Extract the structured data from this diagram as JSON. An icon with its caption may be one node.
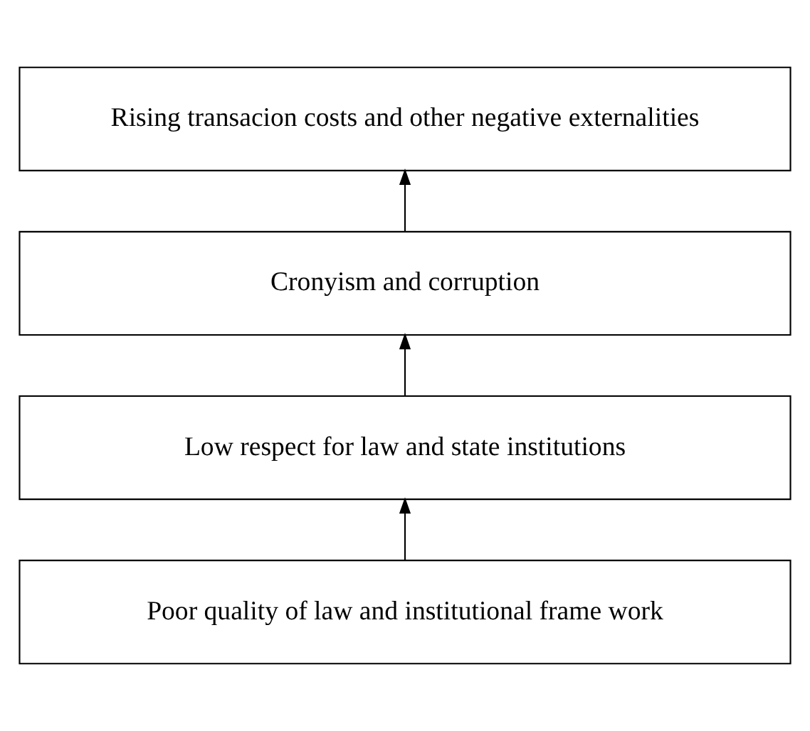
{
  "diagram": {
    "nodes": [
      {
        "text": [
          "Rising transacion costs and other negative externalities"
        ]
      },
      {
        "text": [
          "Cronyism and corruption"
        ]
      },
      {
        "text": [
          "Low respect for law and state institutions"
        ]
      },
      {
        "text": [
          "Poor quality of law and institutional frame work"
        ]
      }
    ],
    "edges": [
      {
        "from": 3,
        "to": 2,
        "arrow": "to"
      },
      {
        "from": 2,
        "to": 1,
        "arrow": "to"
      },
      {
        "from": 1,
        "to": 0,
        "arrow": "to"
      }
    ]
  }
}
